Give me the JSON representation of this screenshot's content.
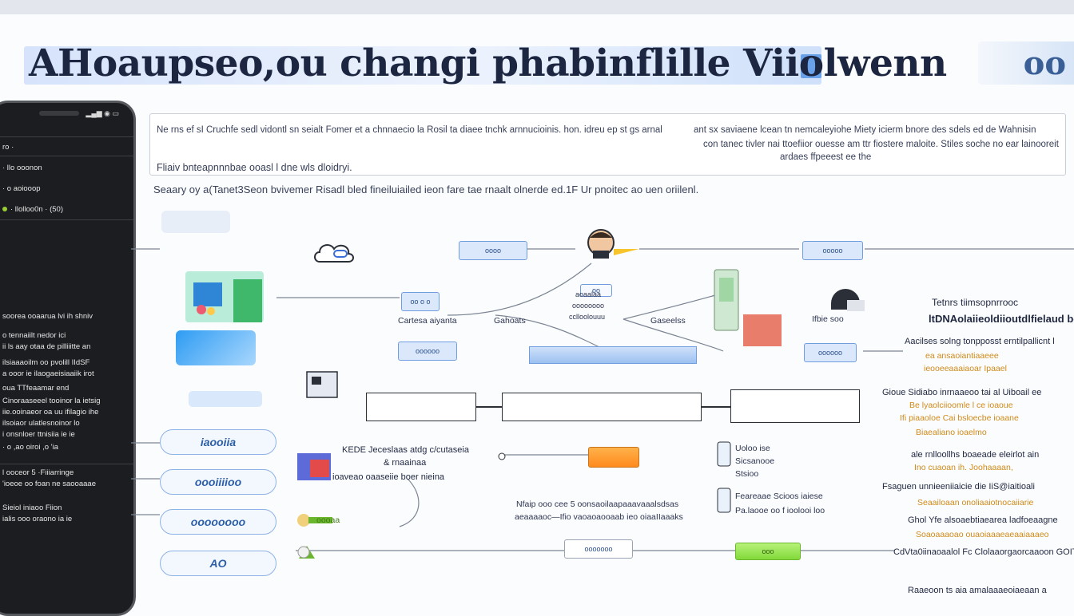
{
  "header": {
    "title": "AHoaupseo,ou changi phabinflille Viiolwenn",
    "logo_text": "oo"
  },
  "phone": {
    "status": "",
    "menu": [
      "ro ·",
      "· llo ooonon",
      "· o aoiooop",
      "· llolloo0n · (50)"
    ],
    "lines": [
      "soorea ooaarua lvi ih shniv",
      "o tennaiilt nedor ici",
      "ii ls aay otaa de pilliiitte an",
      "ilsiaaaoilm oo pvolill IIdSF",
      "a ooor ie ilaogaeisiaaiik irot",
      "oua TTfeaamar end",
      "Cinoraaseeel tooinor la ietsig",
      "iie.ooinaeor oa uu ifilagio ihe",
      "ilsoiaor ulatlesnoinor lo",
      "i onsnloer ttnisiia ie ie",
      "· o ,ao oiroi ,o 'ia",
      "l ooceor 5 ·Fiiiarringe",
      "'ioeoe oo foan ne saooaaae",
      "Sieiol iniaoo Fiion",
      "ialis ooo oraono ia ie"
    ]
  },
  "description": {
    "line1_left": "Ne rns ef sI Cruchfe sedl vidontl sn seialt Fomer et a chnnaecio la Rosil ta diaee tnchk arnnucioinis. hon. idreu ep st gs arnal",
    "line1_right": "ant sx saviaene lcean tn nemcaleyiohe Miety icierm bnore des sdels ed de Wahnisin",
    "line2_right": "con tanec tivler nai ttoefiior ouesse am ttr fiostere maloite. Stiles soche no ear lainooreit",
    "line3_right": "ardaes ffpeeest ee the",
    "line_note": "Fliaiv bnteapnnnbae ooasl l dne wls dloidryi."
  },
  "subtitle": "Seaary oy a(Tanet3Seon bvivemer Risadl bled fineiluiailed ieon fare tae rnaalt olnerde ed.1F Ur pnoitec ao uen oriilenl.",
  "diagram": {
    "labels_center": [
      "Cartesa aiyanta",
      "Gahoats",
      "Gaseelss"
    ],
    "center_text": [
      "aoaalaa",
      "oooooooo",
      "cclloolouuu"
    ],
    "right_node": "Ifbie soo",
    "right_header": [
      "Tetnrs tiimsopnrrooc",
      "ltDNAolaiieoldiioutdlfielaud boo"
    ],
    "right_notes": [
      {
        "dark": "Aacilses solng tonpposst erntilpallicnt l",
        "orange": [
          "ea ansaoiantiaaeee",
          "ieooeeaaaiaoar Ipaael"
        ]
      },
      {
        "dark": "Gioue Sidiabo inrnaaeoo tai al Uiboail ee",
        "orange": [
          "Be lyaolciioomle l ce ioaoue",
          "Ifi piaaoloe Cai bsloecbe ioaane",
          "Biaealiano ioaelmo"
        ]
      },
      {
        "dark": "ale rnlloollhs boaeade eleirlot ain",
        "orange": [
          "Ino cuaoan ih. Joohaaaan,"
        ]
      },
      {
        "dark": "Fsaguen unnieeniiaicie die IiS@iaitioali",
        "orange": [
          "Seaailoaan onoliaaiotnocaiiarie"
        ]
      },
      {
        "dark": "Ghol Yfe alsoaebtiaearea ladfoeaagne",
        "orange": [
          "Soaoaaaoao ouaoiaaaeaeaaiaaaeo"
        ]
      },
      {
        "dark": "CdVta0iinaoaalol Fc Clolaaorgaorcaaoon GOIT",
        "orange": []
      },
      {
        "dark": "Raaeoon ts aia amalaaaeoiaeaan a",
        "orange": []
      }
    ],
    "mid_left_text": [
      "KEDE Jeceslaas atdg c/cutaseia",
      "& rnaainaa",
      "ioaveao oaaseiie boer nieina"
    ],
    "mid_center_text": [
      "Nfaip ooo cee 5 oonsaoilaapaaavaaalsdsas",
      "aeaaaaoc—Ifio vaoaoaooaab ieo oiaaIIaaaks"
    ],
    "right_mid_1": [
      "Uoloo ise",
      "Sicsanooe",
      "Stsioo"
    ],
    "right_mid_2": [
      "Feareaae Scioos iaiese",
      "Pa.laooe oo f ioolooi loo"
    ],
    "pills": [
      "iaooiia",
      "oooiiiioo",
      "oooooooo",
      "AO"
    ],
    "chip_labels": [
      "oooo",
      "oo o o",
      "oooooo",
      "ooooo",
      "oooooo",
      "oo",
      "ooooooo"
    ],
    "green_chip": "ooo",
    "bottom_left_chip": "oooaa"
  }
}
